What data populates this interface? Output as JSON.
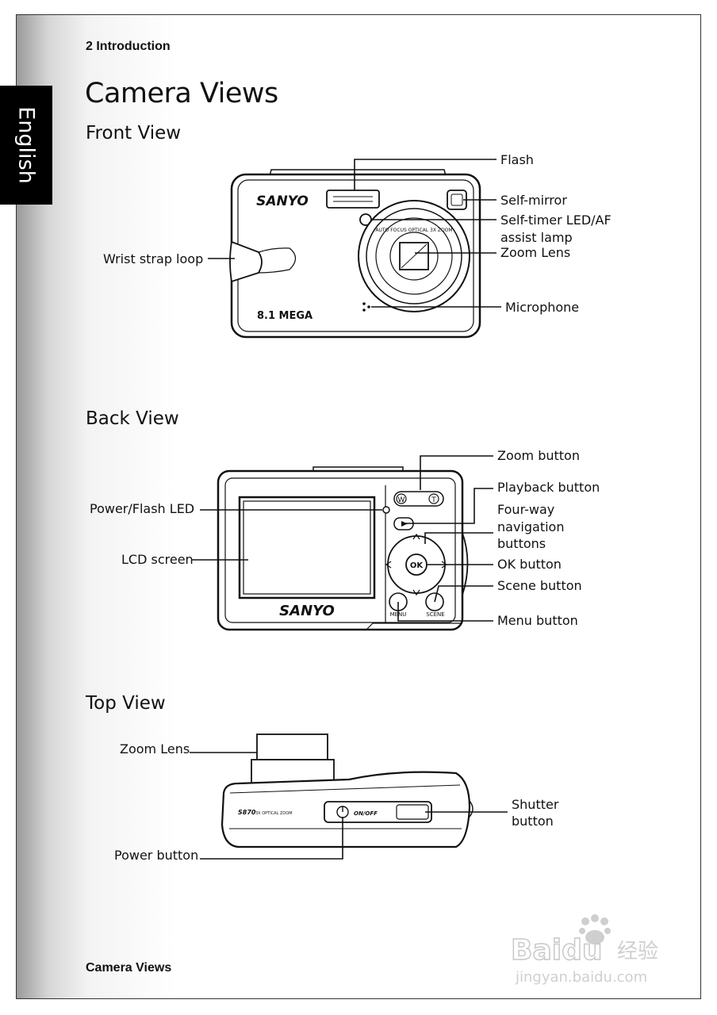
{
  "header": {
    "section": "2  Introduction"
  },
  "side_tab": {
    "label": "English"
  },
  "title": "Camera Views",
  "front": {
    "heading": "Front View",
    "brand": "SANYO",
    "mega": "8.1 MEGA",
    "lens_ring_text": "AUTO FOCUS OPTICAL 3X ZOOM",
    "labels": {
      "flash": "Flash",
      "self_mirror": "Self-mirror",
      "self_timer_1": "Self-timer LED/AF",
      "self_timer_2": "assist lamp",
      "zoom_lens": "Zoom Lens",
      "microphone": "Microphone",
      "wrist_strap": "Wrist strap loop"
    }
  },
  "back": {
    "heading": "Back View",
    "brand": "SANYO",
    "btn_w": "W",
    "btn_t": "T",
    "btn_ok": "OK",
    "btn_menu": "MENU",
    "btn_scene": "SCENE",
    "labels": {
      "zoom_button": "Zoom button",
      "playback_button": "Playback button",
      "four_way_1": "Four-way",
      "four_way_2": "navigation",
      "four_way_3": "buttons",
      "ok_button": "OK button",
      "scene_button": "Scene button",
      "menu_button": "Menu button",
      "power_led": "Power/Flash LED",
      "lcd_screen": "LCD screen"
    }
  },
  "top": {
    "heading": "Top View",
    "model": "S870",
    "model_sub": "3X OPTICAL ZOOM",
    "onoff": "ON/OFF",
    "labels": {
      "zoom_lens": "Zoom Lens",
      "shutter_1": "Shutter",
      "shutter_2": "button",
      "power_button": "Power button"
    }
  },
  "footer": "Camera Views",
  "watermark": {
    "brand": "Baidu",
    "cn": "经验",
    "url": "jingyan.baidu.com"
  }
}
